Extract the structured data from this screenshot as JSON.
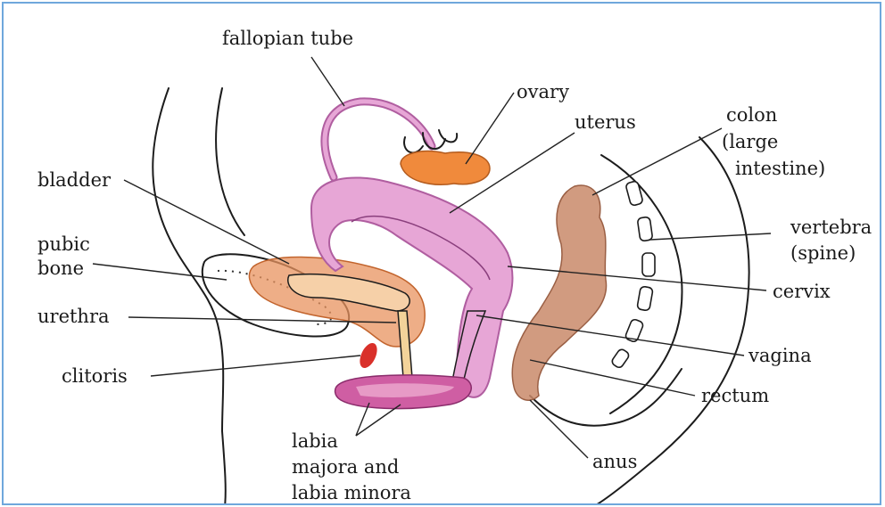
{
  "labels": {
    "fallopian_tube": "fallopian tube",
    "ovary": "ovary",
    "uterus": "uterus",
    "colon_1": "colon",
    "colon_2": "(large",
    "colon_3": "intestine)",
    "bladder": "bladder",
    "pubic_1": "pubic",
    "pubic_2": "bone",
    "vertebra_1": "vertebra",
    "vertebra_2": "(spine)",
    "cervix": "cervix",
    "urethra": "urethra",
    "vagina": "vagina",
    "clitoris": "clitoris",
    "rectum": "rectum",
    "labia_1": "labia",
    "labia_2": "majora and",
    "labia_3": "labia minora",
    "anus": "anus"
  },
  "colors": {
    "frame": "#6fa7dc",
    "uterus": "#e7a6d6",
    "bladder": "#e8935f",
    "ovary": "#f08a3c",
    "colon": "#c98a6a",
    "clitoris": "#d9302a",
    "labia": "#cf5ea3"
  }
}
